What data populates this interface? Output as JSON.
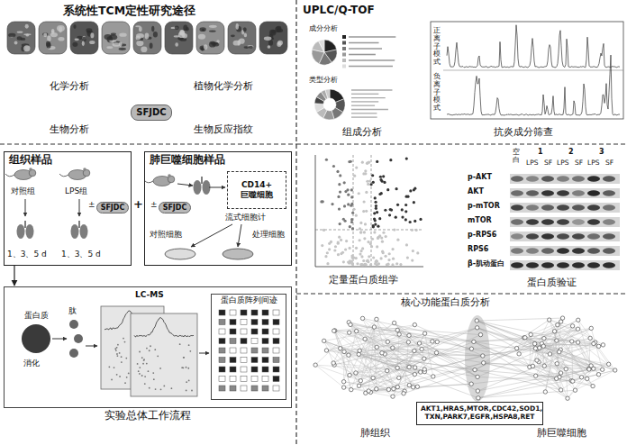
{
  "diagram": {
    "nodes": [
      {
        "text": [
          "SFJDC"
        ]
      },
      {
        "text": [
          "组织样品"
        ]
      },
      {
        "text": [
          "SFJDC"
        ],
        "in": 1
      },
      {
        "text": [
          "肺巨噬细胞样品"
        ]
      },
      {
        "text": [
          "CD14+",
          "巨噬细胞"
        ],
        "in": 3
      },
      {
        "text": [
          "SFJDC"
        ],
        "in": 3
      },
      {
        "text": [
          "实验总体工作流程"
        ]
      },
      {
        "text": [
          "蛋白质"
        ],
        "in": 6
      },
      {
        "text": [
          "蛋白质阵列间迹"
        ],
        "in": 6
      },
      {
        "text": [
          "AKT1,HRAS,MTOR,CDC42,SOD1, TXN,PARK7,EGFR,HSPA8,RET"
        ]
      }
    ],
    "edges": [
      {
        "from": 1,
        "to": 6,
        "arrow": "to"
      }
    ],
    "labels": [
      "系统性TCM定性研究途径",
      "化学分析",
      "植物化学分析",
      "生物分析",
      "生物反应指纹",
      "UPLC/Q-TOF",
      "成分分析",
      "类型分析",
      "正离子模式",
      "负离子模式",
      "组成分析",
      "抗炎成分筛查",
      "对照组",
      "LPS组",
      "1、3、5 d",
      "1、3、5 d",
      "+",
      "流式细胞计",
      "对照细胞",
      "处理细胞",
      "肽",
      "消化",
      "LC-MS",
      "定量蛋白质组学",
      "空白",
      "1",
      "2",
      "3",
      "LPS",
      "SF",
      "LPS",
      "SF",
      "LPS",
      "SF",
      "p-AKT",
      "AKT",
      "p-mTOR",
      "mTOR",
      "p-RPS6",
      "RPS6",
      "β-肌动蛋白",
      "蛋白质验证",
      "核心功能蛋白质分析",
      "肺组织",
      "肺巨噬细胞",
      "±",
      "±"
    ]
  }
}
